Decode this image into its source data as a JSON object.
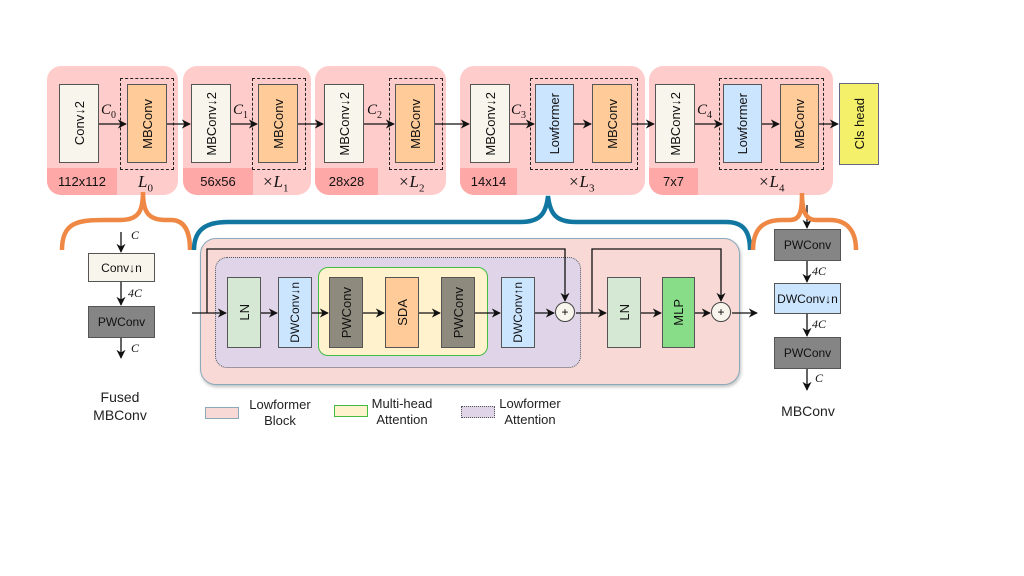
{
  "stages": [
    {
      "conv": "Conv↓2",
      "channel": "C",
      "channel_sub": "0",
      "blocks": [
        "MBConv"
      ],
      "resolution": "112x112",
      "repeat": "L",
      "repeat_sub": "0",
      "repeat_prefix": ""
    },
    {
      "conv": "MBConv↓2",
      "channel": "C",
      "channel_sub": "1",
      "blocks": [
        "MBConv"
      ],
      "resolution": "56x56",
      "repeat": "L",
      "repeat_sub": "1",
      "repeat_prefix": "×"
    },
    {
      "conv": "MBConv↓2",
      "channel": "C",
      "channel_sub": "2",
      "blocks": [
        "MBConv"
      ],
      "resolution": "28x28",
      "repeat": "L",
      "repeat_sub": "2",
      "repeat_prefix": "×"
    },
    {
      "conv": "MBConv↓2",
      "channel": "C",
      "channel_sub": "3",
      "blocks": [
        "Lowformer",
        "MBConv"
      ],
      "resolution": "14x14",
      "repeat": "L",
      "repeat_sub": "3",
      "repeat_prefix": "×"
    },
    {
      "conv": "MBConv↓2",
      "channel": "C",
      "channel_sub": "4",
      "blocks": [
        "Lowformer",
        "MBConv"
      ],
      "resolution": "7x7",
      "repeat": "L",
      "repeat_sub": "4",
      "repeat_prefix": "×"
    }
  ],
  "cls_head": "Cls head",
  "fused_mbconv": {
    "in": "C",
    "block1": "Conv↓n",
    "mid": "4C",
    "block2": "PWConv",
    "out": "C",
    "caption_line1": "Fused",
    "caption_line2": "MBConv"
  },
  "lowformer_block": {
    "ln1": "LN",
    "dwconv_down": "DWConv↓n",
    "pwconv1": "PWConv",
    "sda": "SDA",
    "pwconv2": "PWConv",
    "dwconv_up": "DWConv↑n",
    "plus1": "+",
    "ln2": "LN",
    "mlp": "MLP",
    "plus2": "+"
  },
  "mbconv": {
    "block1": "PWConv",
    "mid1": "4C",
    "block2": "DWConv↓n",
    "mid2": "4C",
    "block3": "PWConv",
    "out": "C",
    "caption": "MBConv"
  },
  "legend": [
    {
      "line1": "Lowformer",
      "line2": "Block"
    },
    {
      "line1": "Multi-head",
      "line2": "Attention"
    },
    {
      "line1": "Lowformer",
      "line2": "Attention"
    }
  ],
  "colors": {
    "stage_bg": "#ffcccc",
    "resolution_bg": "#ffa8a8",
    "brace_orange": "#ee8844",
    "brace_blue": "#1177a0",
    "lowformer_block_bg": "#f9d9d5",
    "attention_bg": "#e0d5e8",
    "mha_bg": "#fff2cc",
    "mha_border": "#44bb44"
  }
}
